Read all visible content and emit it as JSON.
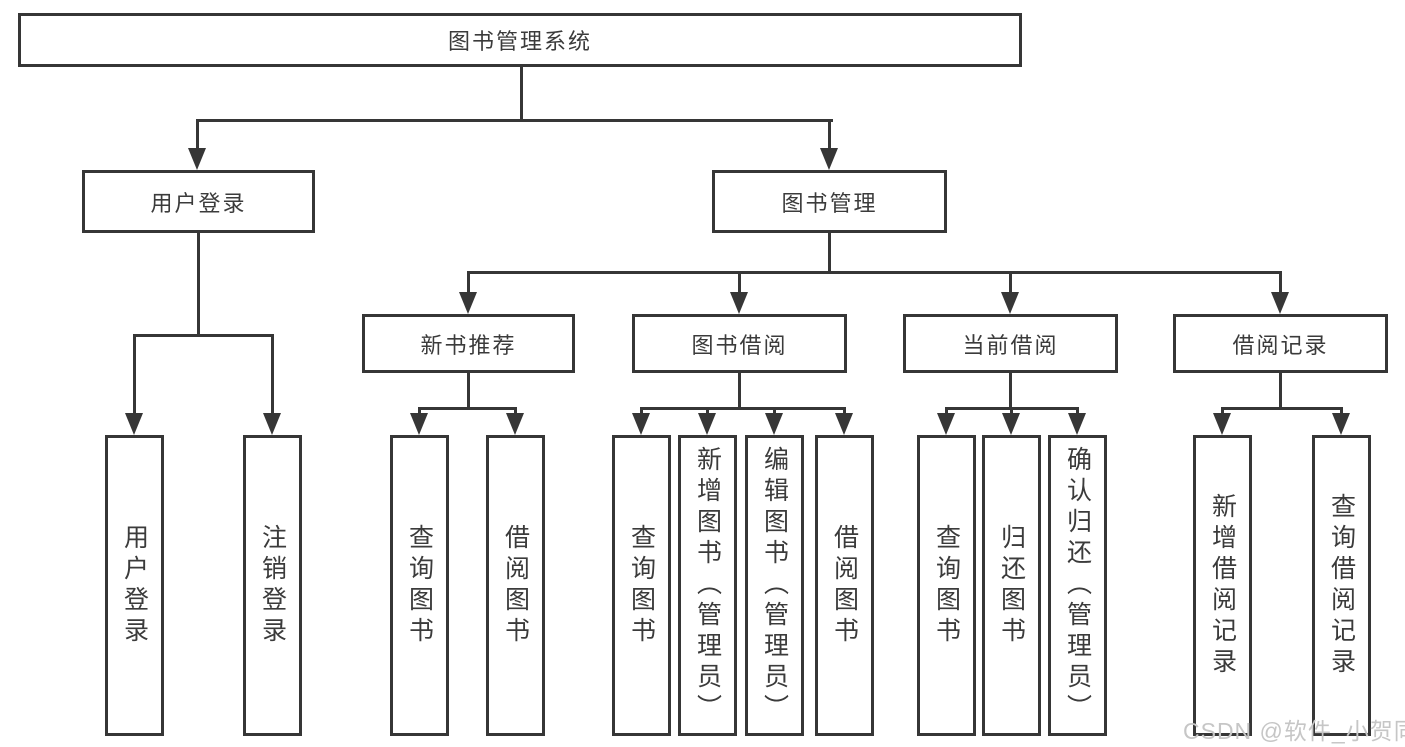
{
  "tree": {
    "root": {
      "label": "图书管理系统"
    },
    "branches": [
      {
        "label": "用户登录",
        "children": [
          "用户登录",
          "注销登录"
        ]
      },
      {
        "label": "图书管理",
        "groups": [
          {
            "label": "新书推荐",
            "children": [
              "查询图书",
              "借阅图书"
            ]
          },
          {
            "label": "图书借阅",
            "children": [
              "查询图书",
              "新增图书（管理员）",
              "编辑图书（管理员）",
              "借阅图书"
            ]
          },
          {
            "label": "当前借阅",
            "children": [
              "查询图书",
              "归还图书",
              "确认归还（管理员）"
            ]
          },
          {
            "label": "借阅记录",
            "children": [
              "新增借阅记录",
              "查询借阅记录"
            ]
          }
        ]
      }
    ]
  },
  "watermark": {
    "text": "CSDN @软件_小贺同学"
  },
  "colors": {
    "line": "#363636",
    "text": "#3b3b3b",
    "background": "#ffffff",
    "watermark": "#c6c6c6"
  }
}
